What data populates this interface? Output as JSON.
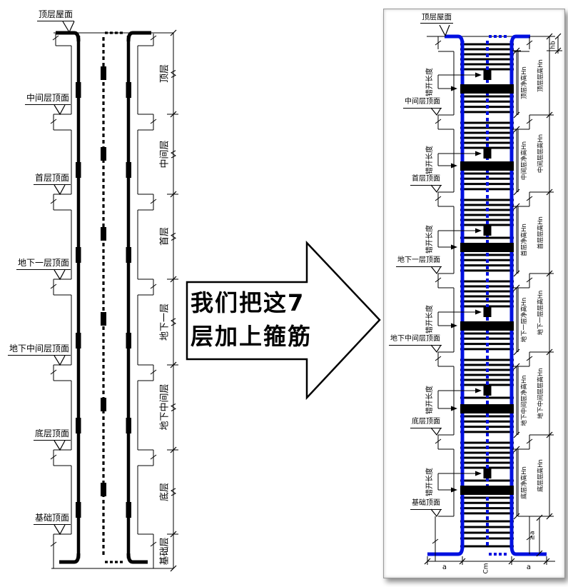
{
  "arrow": {
    "line1": "我们把这7",
    "line2": "层加上箍筋"
  },
  "left": {
    "roof_label": "顶层屋面",
    "surface_labels": [
      "中间层顶面",
      "首层顶面",
      "地下一层顶面",
      "地下中间层顶面",
      "底层顶面",
      "基础顶面"
    ],
    "floor_labels": [
      "顶层",
      "中间层",
      "首层",
      "地下一层",
      "地下中间层",
      "底层",
      "基础层"
    ]
  },
  "right": {
    "roof_label": "顶层屋面",
    "surface_labels": [
      "中间层顶面",
      "首层顶面",
      "地下一层顶面",
      "地下中间层顶面",
      "底层顶面",
      "基础顶面"
    ],
    "stagger_label": "错开长度",
    "floor_dims": [
      {
        "clear": "顶层净高Hn",
        "story": "顶层层高Hn"
      },
      {
        "clear": "中间层净高Hn",
        "story": "中间层层高Hn"
      },
      {
        "clear": "首层净高Hn",
        "story": "首层层高Hn"
      },
      {
        "clear": "地下一层净高Hn",
        "story": "地下一层层高Hn"
      },
      {
        "clear": "地下中间层净高Hn",
        "story": "地下中间层层高Hn"
      },
      {
        "clear": "底层净高Hn",
        "story": "底层层高Hn"
      }
    ],
    "beam_depth_label": "hb",
    "foundation_depth_label": "≥a",
    "bottom_dims": {
      "left_a": "a",
      "center": "Cm",
      "right_a": "a"
    }
  },
  "colors": {
    "rebar_blue": "#0010e0",
    "line": "#000000"
  }
}
